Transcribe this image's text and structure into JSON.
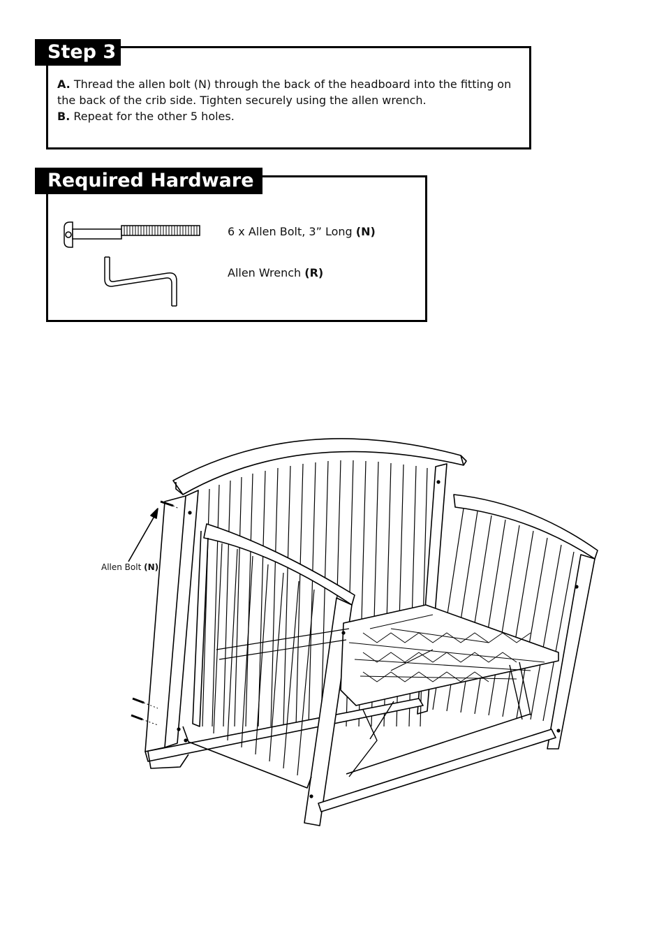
{
  "step": {
    "title": "Step 3",
    "instructions": [
      {
        "letter": "A.",
        "text": " Thread the allen bolt (N) through the back of the headboard into the fitting on the back of the crib side. Tighten securely using the allen wrench."
      },
      {
        "letter": "B.",
        "text": " Repeat for the other 5 holes."
      }
    ]
  },
  "hardware": {
    "title": "Required Hardware",
    "items": [
      {
        "description": "6 x Allen Bolt, 3” Long",
        "code": "(N)",
        "icon": "allen-bolt-icon"
      },
      {
        "description": "Allen Wrench",
        "code": "(R)",
        "icon": "allen-wrench-icon"
      }
    ]
  },
  "diagram": {
    "callout_label": "Allen Bolt",
    "callout_code": "(N)"
  }
}
